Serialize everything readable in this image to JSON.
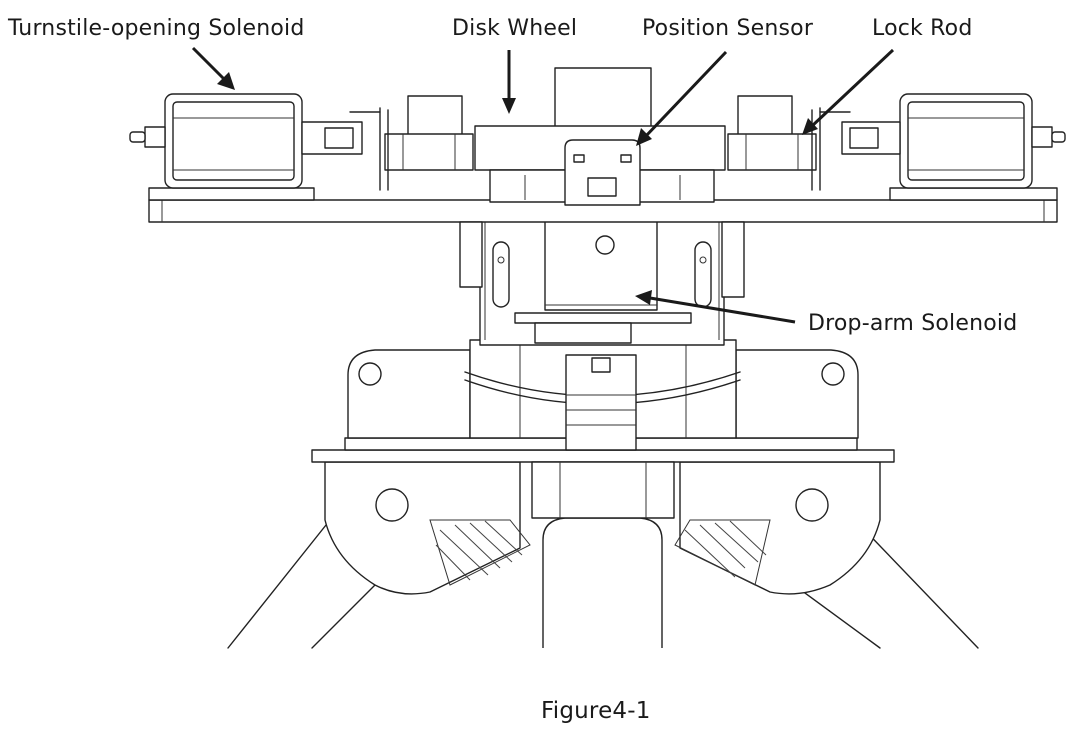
{
  "labels": {
    "turnstile_solenoid": "Turnstile-opening Solenoid",
    "disk_wheel": "Disk Wheel",
    "position_sensor": "Position Sensor",
    "lock_rod": "Lock Rod",
    "drop_arm_solenoid": "Drop-arm Solenoid"
  },
  "caption": "Figure4-1"
}
